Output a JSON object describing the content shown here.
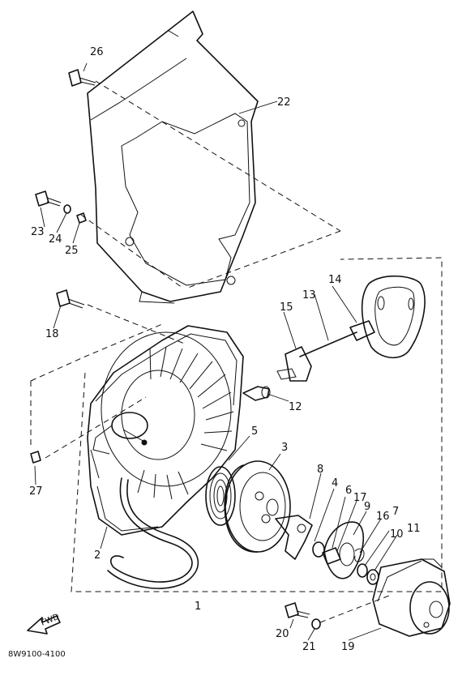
{
  "callouts": {
    "c2": "2",
    "c3": "3",
    "c4": "4",
    "c5": "5",
    "c6": "6",
    "c7": "7",
    "c8": "8",
    "c9": "9",
    "c10": "10",
    "c11": "11",
    "c12": "12",
    "c13": "13",
    "c14": "14",
    "c15": "15",
    "c16": "16",
    "c17": "17",
    "c18": "18",
    "c19": "19",
    "c20": "20",
    "c21": "21",
    "c22": "22",
    "c23": "23",
    "c24": "24",
    "c25": "25",
    "c26": "26",
    "c27": "27",
    "c1": "1"
  },
  "arrow_label": "FWD",
  "diagram_code": "8W9100-4100"
}
